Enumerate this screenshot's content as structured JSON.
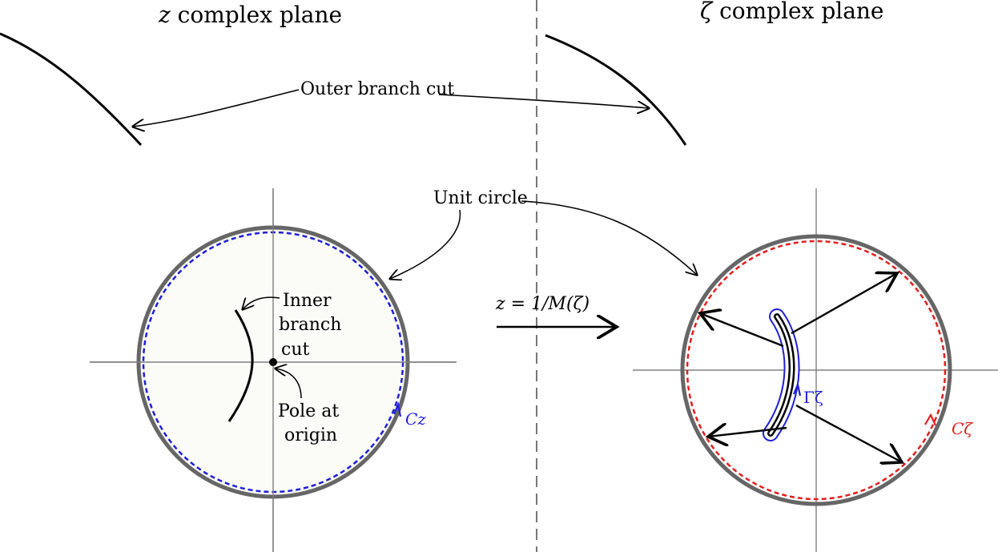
{
  "titles": {
    "left_prefix": "z",
    "left_suffix": " complex plane",
    "right_prefix": "ζ",
    "right_suffix": " complex plane"
  },
  "labels": {
    "outer_branch_cut": "Outer branch cut",
    "unit_circle": "Unit circle",
    "inner_branch_line1": "Inner",
    "inner_branch_line2": "branch",
    "inner_branch_line3": "cut",
    "pole_line1": "Pole at",
    "pole_line2": "origin",
    "mapping_equation": "z = 1/M(ζ)",
    "contour_z": "Cz",
    "contour_zeta": "Cζ",
    "gamma_zeta": "Γζ"
  },
  "colors": {
    "circle_stroke": "#666666",
    "axis_stroke": "#808080",
    "left_fill": "#fbfbf8",
    "blue": "#1f1fd6",
    "red": "#e11f1f",
    "black": "#000000",
    "divider": "#555555"
  }
}
